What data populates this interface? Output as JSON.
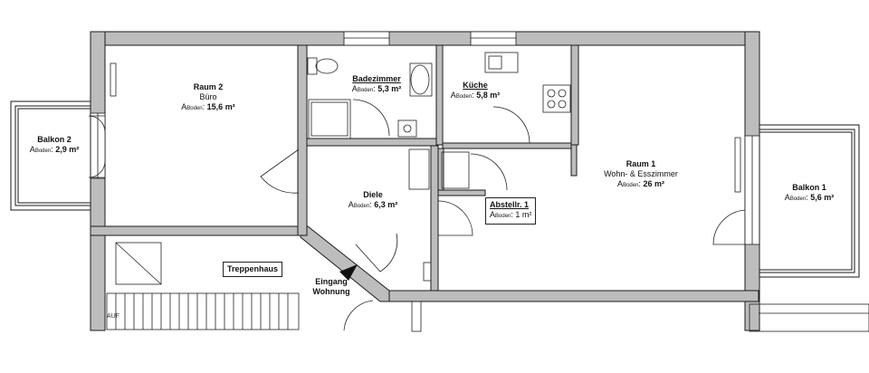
{
  "rooms": [
    {
      "id": "raum2",
      "name": "Raum 2",
      "use": "Büro",
      "area_prefix": "A",
      "area_sub": "Boden",
      "area_value": "15,6 m²"
    },
    {
      "id": "bad",
      "name": "Badezimmer",
      "use": "",
      "area_prefix": "A",
      "area_sub": "Boden",
      "area_value": "5,3 m²"
    },
    {
      "id": "kueche",
      "name": "Küche",
      "use": "",
      "area_prefix": "A",
      "area_sub": "Boden",
      "area_value": "5,8 m²"
    },
    {
      "id": "raum1",
      "name": "Raum 1",
      "use": "Wohn- & Esszimmer",
      "area_prefix": "A",
      "area_sub": "Boden",
      "area_value": "26 m²"
    },
    {
      "id": "balkon2",
      "name": "Balkon 2",
      "use": "",
      "area_prefix": "A",
      "area_sub": "Boden",
      "area_value": "2,9 m²"
    },
    {
      "id": "balkon1",
      "name": "Balkon 1",
      "use": "",
      "area_prefix": "A",
      "area_sub": "Boden",
      "area_value": "5,6 m²"
    },
    {
      "id": "diele",
      "name": "Diele",
      "use": "",
      "area_prefix": "A",
      "area_sub": "Boden",
      "area_value": "6,3 m²"
    },
    {
      "id": "abstellr",
      "name": "Abstellr. 1",
      "use": "",
      "area_prefix": "A",
      "area_sub": "Boden",
      "area_value": "1 m²"
    }
  ],
  "labels": {
    "treppenhaus": "Treppenhaus",
    "entrance_line1": "Eingang",
    "entrance_line2": "Wohnung",
    "stair_marker": "AUF"
  },
  "colors": {
    "wall_fill": "#bdbdbd",
    "wall_stroke": "#1a1a1a",
    "line": "#222222"
  }
}
